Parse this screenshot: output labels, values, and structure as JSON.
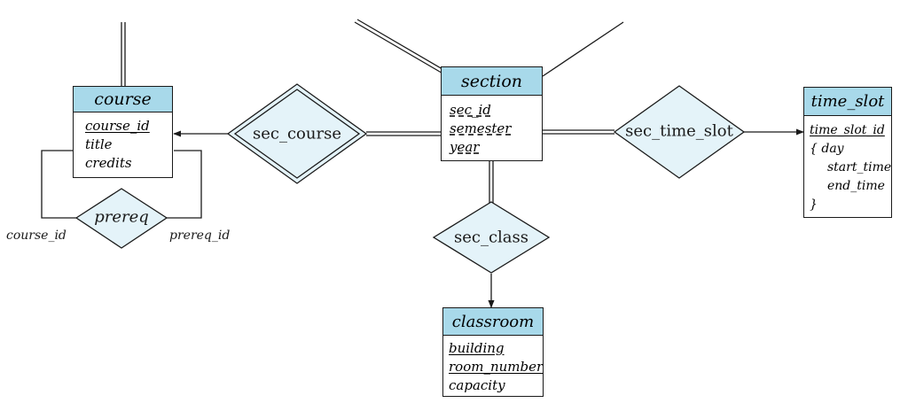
{
  "colors": {
    "entity_header": "#a8d9ea",
    "relationship_fill": "#e4f3f9",
    "line": "#1a1a1a"
  },
  "entities": {
    "course": {
      "name": "course",
      "attributes": [
        "course_id",
        "title",
        "credits"
      ]
    },
    "section": {
      "name": "section",
      "attributes": [
        "sec_id",
        "semester",
        "year"
      ]
    },
    "time_slot": {
      "name": "time_slot",
      "attributes": [
        "time_slot_id",
        "{  day",
        "start_time",
        "end_time",
        "}"
      ]
    },
    "classroom": {
      "name": "classroom",
      "attributes": [
        "building",
        "room_number",
        "capacity"
      ]
    }
  },
  "relationships": {
    "sec_course": "sec_course",
    "sec_time_slot": "sec_time_slot",
    "sec_class": "sec_class",
    "prereq": "prereq"
  },
  "role_labels": {
    "course_id": "course_id",
    "prereq_id": "prereq_id"
  }
}
